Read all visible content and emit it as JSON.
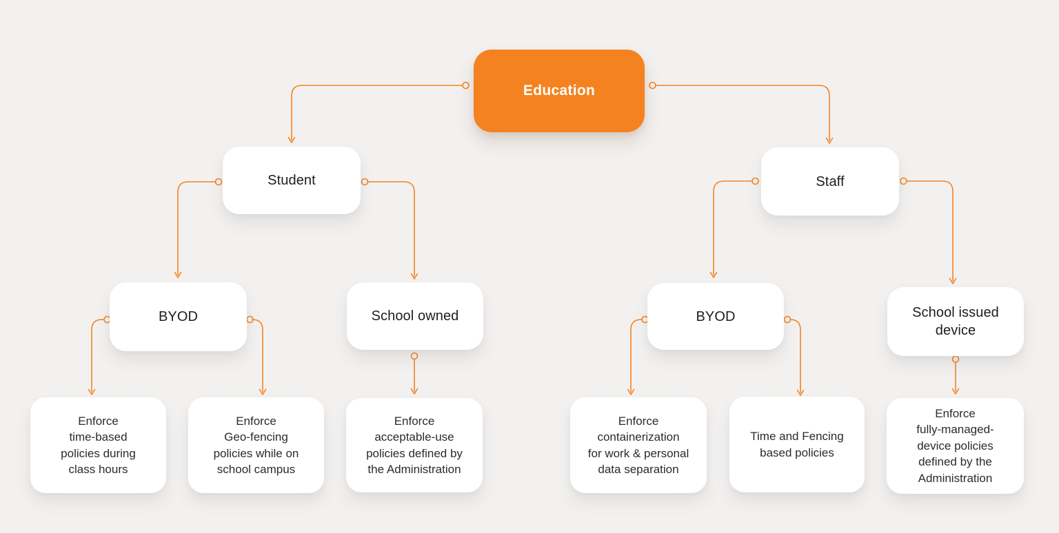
{
  "diagram": {
    "type": "flowchart",
    "colors": {
      "background": "#f2f1f0",
      "accent_orange": "#f58220",
      "node_fill": "#ffffff",
      "root_fill": "#f58220",
      "root_text": "#ffffff",
      "node_text": "#1d1d1d",
      "leaf_text": "#2b2b2b"
    },
    "nodes": {
      "education": {
        "label": "Education",
        "level": "root"
      },
      "student": {
        "label": "Student",
        "level": "branch"
      },
      "staff": {
        "label": "Staff",
        "level": "branch"
      },
      "student_byod": {
        "label": "BYOD",
        "level": "branch"
      },
      "school_owned": {
        "label": "School owned",
        "level": "branch"
      },
      "staff_byod": {
        "label": "BYOD",
        "level": "branch"
      },
      "school_issued": {
        "label": "School issued\ndevice",
        "level": "branch"
      },
      "policy_time_based": {
        "label": "Enforce\ntime-based\npolicies during\nclass hours",
        "level": "leaf"
      },
      "policy_geo_fencing": {
        "label": "Enforce\nGeo-fencing\npolicies while on\nschool campus",
        "level": "leaf"
      },
      "policy_acceptable_use": {
        "label": "Enforce\nacceptable-use\npolicies defined by\nthe Administration",
        "level": "leaf"
      },
      "policy_containerization": {
        "label": "Enforce\ncontainerization\nfor work & personal\ndata separation",
        "level": "leaf"
      },
      "policy_time_fencing": {
        "label": "Time and Fencing\nbased policies",
        "level": "leaf"
      },
      "policy_fully_managed": {
        "label": "Enforce\nfully-managed-\ndevice policies\ndefined by the\nAdministration",
        "level": "leaf"
      }
    },
    "edges": [
      {
        "from": "education",
        "to": "student"
      },
      {
        "from": "education",
        "to": "staff"
      },
      {
        "from": "student",
        "to": "student_byod"
      },
      {
        "from": "student",
        "to": "school_owned"
      },
      {
        "from": "student_byod",
        "to": "policy_time_based"
      },
      {
        "from": "student_byod",
        "to": "policy_geo_fencing"
      },
      {
        "from": "school_owned",
        "to": "policy_acceptable_use"
      },
      {
        "from": "staff",
        "to": "staff_byod"
      },
      {
        "from": "staff",
        "to": "school_issued"
      },
      {
        "from": "staff_byod",
        "to": "policy_containerization"
      },
      {
        "from": "staff_byod",
        "to": "policy_time_fencing"
      },
      {
        "from": "school_issued",
        "to": "policy_fully_managed"
      }
    ]
  }
}
